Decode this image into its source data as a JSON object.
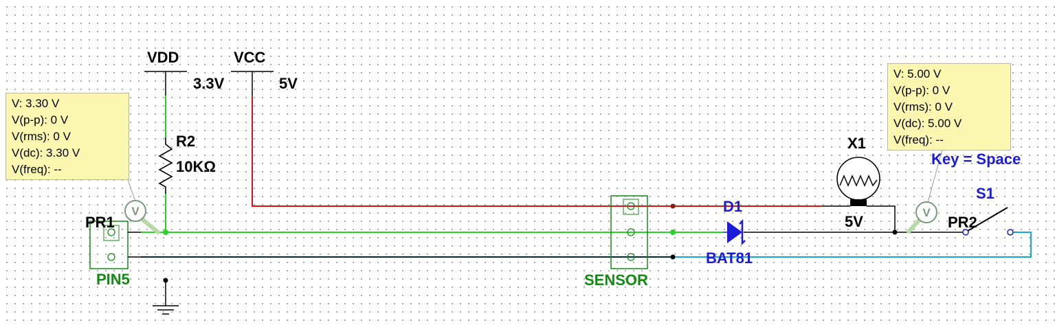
{
  "colors": {
    "wire_green": "#22d622",
    "wire_red": "#dd1111",
    "wire_blue": "#11a6e6",
    "wire_black": "#000000",
    "label_green": "#138a13",
    "label_blue": "#1c1cd8",
    "probe_bg": "#fbf7b0"
  },
  "rails": {
    "vdd": {
      "name": "VDD",
      "value": "3.3V"
    },
    "vcc": {
      "name": "VCC",
      "value": "5V"
    }
  },
  "resistor": {
    "ref": "R2",
    "value": "10KΩ"
  },
  "connector_pin5": {
    "ref": "PR1",
    "name": "PIN5"
  },
  "sensor": {
    "name": "SENSOR"
  },
  "diode": {
    "ref": "D1",
    "part": "BAT81"
  },
  "lamp": {
    "ref": "X1",
    "value": "5V"
  },
  "switch": {
    "ref": "S1",
    "key": "Key = Space"
  },
  "probe2_ref": "PR2",
  "probe_glyph": "V",
  "probe1": {
    "lines": [
      "V: 3.30 V",
      "V(p-p): 0 V",
      "V(rms): 0 V",
      "V(dc): 3.30 V",
      "V(freq): --"
    ]
  },
  "probe2": {
    "lines": [
      "V: 5.00 V",
      "V(p-p): 0 V",
      "V(rms): 0 V",
      "V(dc): 5.00 V",
      "V(freq): --"
    ]
  }
}
